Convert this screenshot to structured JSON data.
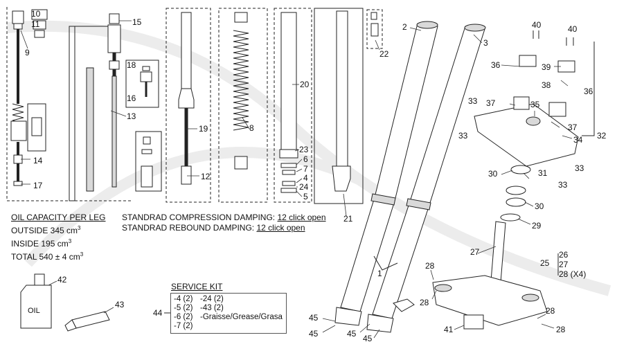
{
  "oil_capacity": {
    "title": "OIL CAPACITY PER LEG",
    "outside_text": "OUTSIDE 345 cm",
    "inside_text": "INSIDE 195 cm",
    "total_text": "TOTAL 540 ± 4 cm",
    "unit_exponent": "3"
  },
  "damping": {
    "compression_label": "STANDRAD COMPRESSION DAMPING:",
    "compression_value": "12 click open",
    "rebound_label": "STANDRAD REBOUND DAMPING:",
    "rebound_value": "12 click open"
  },
  "service_kit": {
    "title": "SERVICE KIT",
    "ref": "44",
    "col1": [
      "-4 (2)",
      "-5 (2)",
      "-6 (2)",
      "-7 (2)"
    ],
    "col2": [
      "-24 (2)",
      "-43 (2)",
      "-Graisse/Grease/Grasa"
    ]
  },
  "oil_bottle_text": "OIL",
  "callouts": {
    "c1": "1",
    "c2": "2",
    "c3": "3",
    "c4": "4",
    "c5": "5",
    "c6": "6",
    "c7": "7",
    "c8": "8",
    "c9": "9",
    "c10": "10",
    "c11": "11",
    "c12": "12",
    "c13": "13",
    "c14": "14",
    "c15": "15",
    "c16": "16",
    "c17": "17",
    "c18": "18",
    "c19": "19",
    "c20": "20",
    "c21": "21",
    "c22": "22",
    "c23": "23",
    "c24": "24",
    "c25": "25",
    "c26": "26",
    "c27": "27",
    "c28x4": "28 (X4)",
    "c27a": "27",
    "c28a": "28",
    "c28b": "28",
    "c28c": "28",
    "c28d": "28",
    "c29": "29",
    "c30a": "30",
    "c30b": "30",
    "c31": "31",
    "c32": "32",
    "c33a": "33",
    "c33b": "33",
    "c33c": "33",
    "c33d": "33",
    "c34": "34",
    "c35": "35",
    "c36a": "36",
    "c36b": "36",
    "c37a": "37",
    "c37b": "37",
    "c38": "38",
    "c39": "39",
    "c40a": "40",
    "c40b": "40",
    "c41": "41",
    "c42": "42",
    "c43": "43",
    "c45a": "45",
    "c45b": "45",
    "c45c": "45",
    "c45d": "45"
  },
  "colors": {
    "line": "#222222",
    "fill": "#ffffff",
    "shade": "#d9d9d9",
    "watermark": "#e6e6e6"
  }
}
